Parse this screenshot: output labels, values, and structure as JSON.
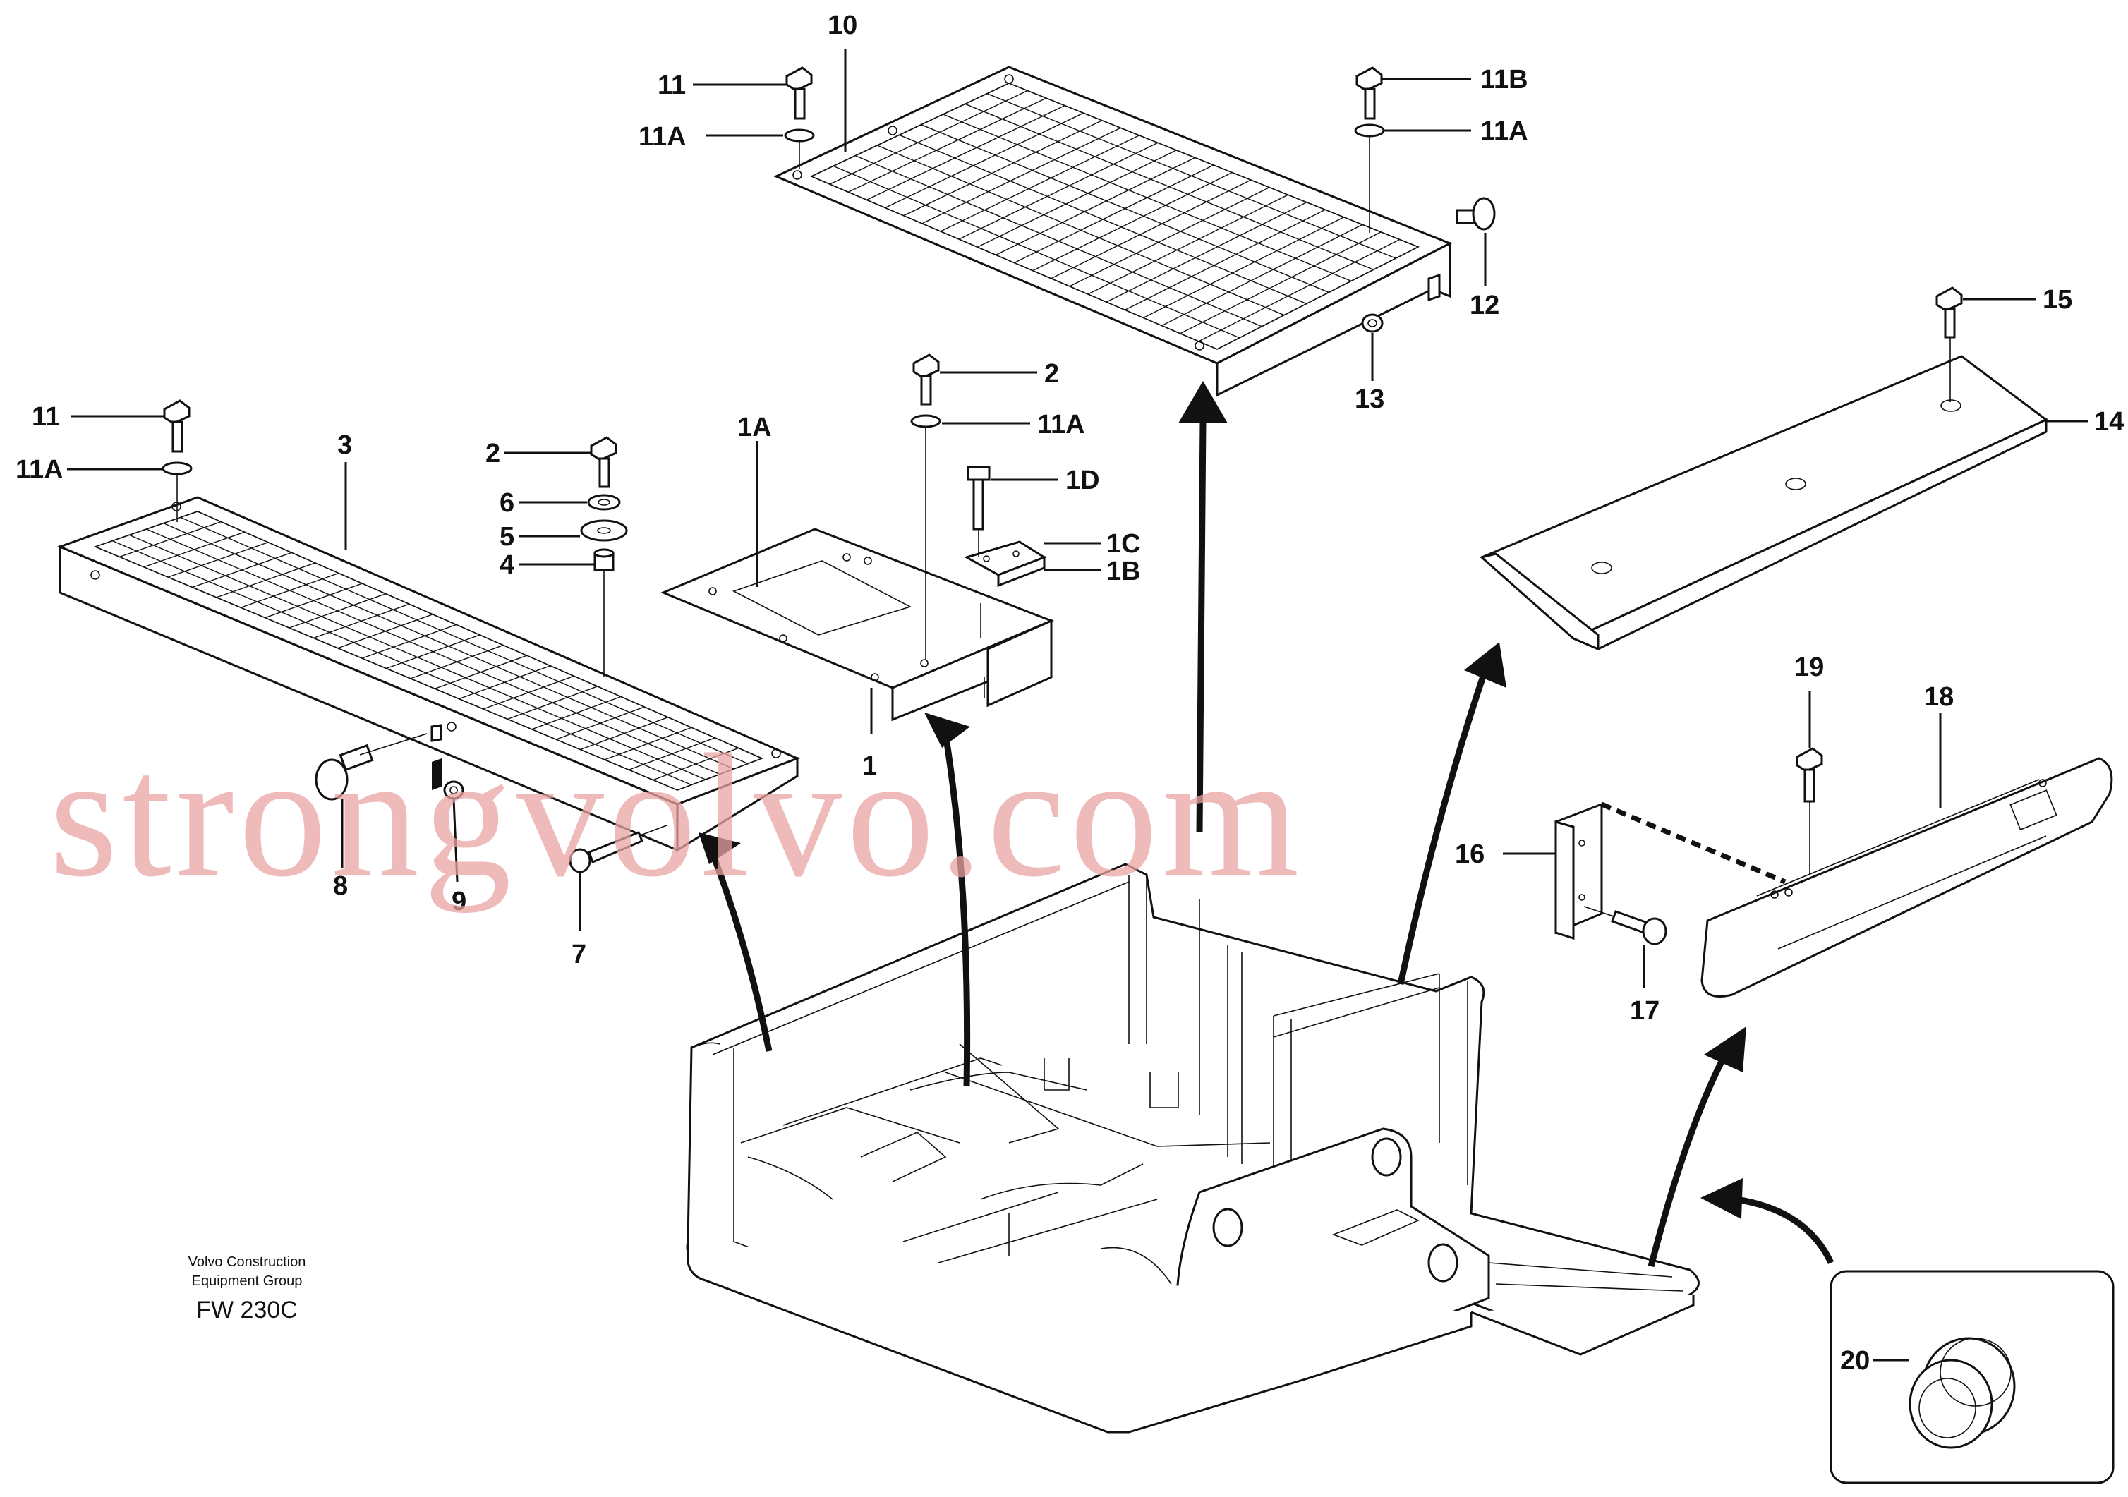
{
  "watermark": "strongvolvo.com",
  "footer": {
    "company_line1": "Volvo Construction",
    "company_line2": "Equipment Group",
    "code": "FW 230C"
  },
  "callouts": {
    "c10": "10",
    "c11_top": "11",
    "c11a_top": "11A",
    "c11b": "11B",
    "c11a_top_right": "11A",
    "c12": "12",
    "c13": "13",
    "c15": "15",
    "c14": "14",
    "c2_mid": "2",
    "c11a_mid": "11A",
    "c1d": "1D",
    "c1c": "1C",
    "c1b": "1B",
    "c1a": "1A",
    "c1": "1",
    "c11_left": "11",
    "c11a_left": "11A",
    "c3": "3",
    "c2_left": "2",
    "c6": "6",
    "c5": "5",
    "c4": "4",
    "c8": "8",
    "c9": "9",
    "c7": "7",
    "c19": "19",
    "c18": "18",
    "c16": "16",
    "c17": "17",
    "c20": "20"
  }
}
